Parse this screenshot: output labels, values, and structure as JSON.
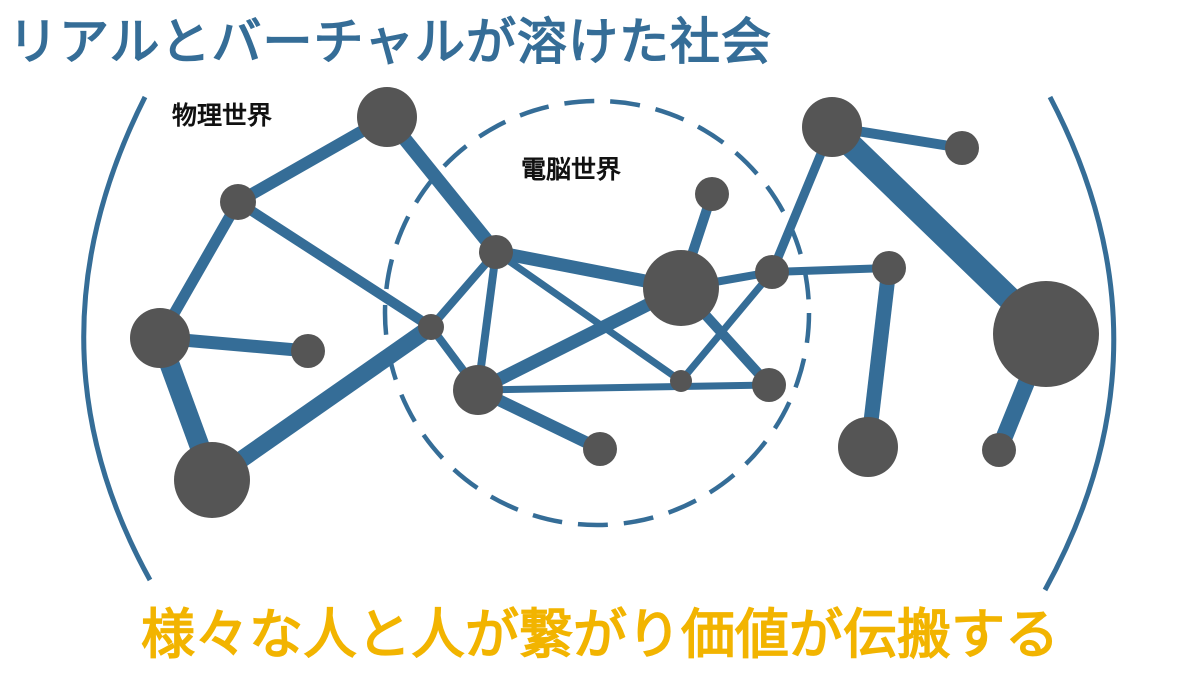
{
  "title": "リアルとバーチャルが溶けた社会",
  "labels": {
    "physical_world": "物理世界",
    "cyber_world": "電脳世界"
  },
  "caption": "様々な人と人が繋がり価値が伝搬する",
  "colors": {
    "title": "#356d97",
    "edge": "#356d97",
    "node": "#555555",
    "bracket": "#356d97",
    "caption": "#f2b400",
    "label": "#111111"
  }
}
